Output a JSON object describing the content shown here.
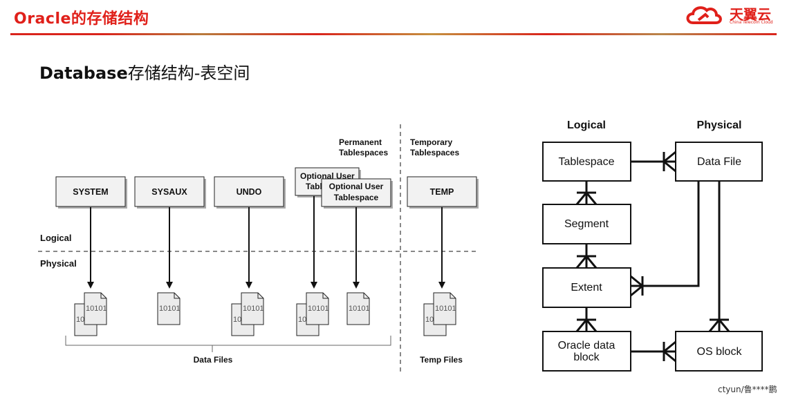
{
  "header": {
    "title": "Oracle的存储结构",
    "logo_name": "天翼云",
    "logo_sub": "China Telecom Cloud"
  },
  "subtitle": {
    "latin": "Database",
    "chinese": "存储结构-表空间"
  },
  "left_diagram": {
    "label_logical": "Logical",
    "label_physical": "Physical",
    "label_permanent": [
      "Permanent",
      "Tablespaces"
    ],
    "label_temporary": [
      "Temporary",
      "Tablespaces"
    ],
    "tablespaces": {
      "system": "SYSTEM",
      "sysaux": "SYSAUX",
      "undo": "UNDO",
      "optional_back": [
        "Optional User",
        "Tabl"
      ],
      "optional_front": [
        "Optional User",
        "Tablespace"
      ],
      "temp": "TEMP"
    },
    "file_text": "10101",
    "file_text_short": "10",
    "data_files_label": "Data Files",
    "temp_files_label": "Temp Files"
  },
  "right_diagram": {
    "heading_logical": "Logical",
    "heading_physical": "Physical",
    "tablespace": "Tablespace",
    "segment": "Segment",
    "extent": "Extent",
    "oracle_block": [
      "Oracle data",
      "block"
    ],
    "data_file": "Data File",
    "os_block": "OS block"
  },
  "watermark": "ctyun/鲁****鹏",
  "colors": {
    "brand_red": "#e0201a",
    "line": "#111111",
    "box_fill": "#f2f2f2",
    "file_fill": "#ececec"
  }
}
